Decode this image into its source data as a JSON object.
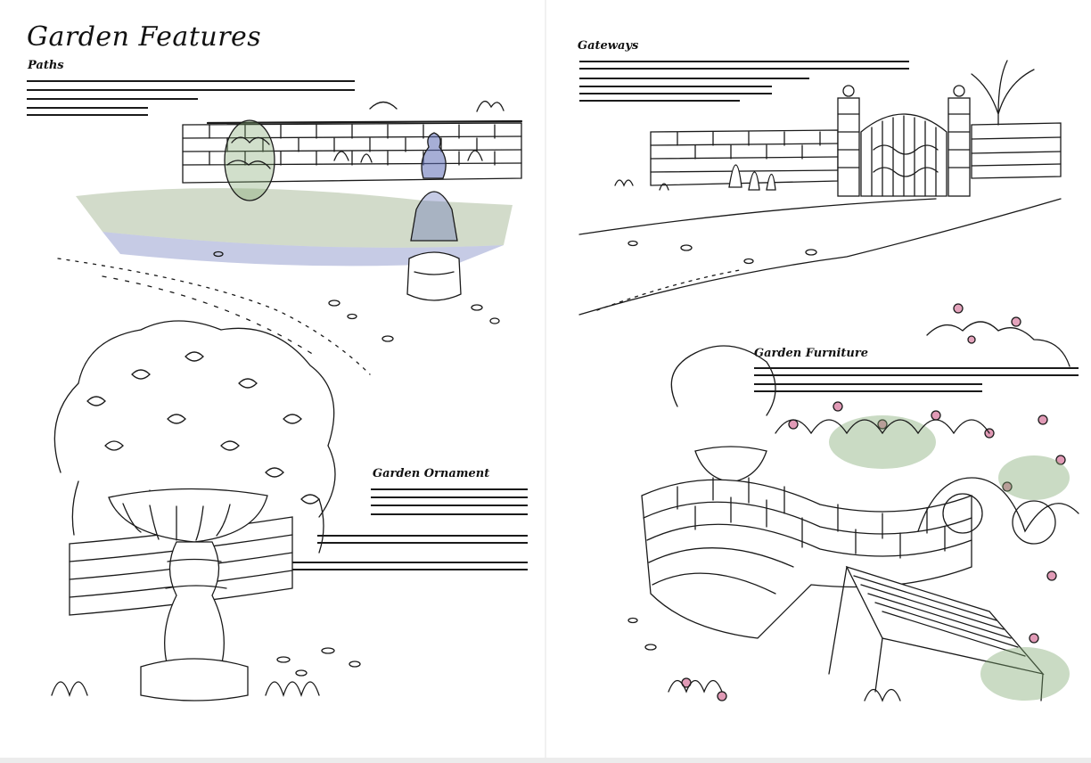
{
  "title": "Garden Features",
  "sections": {
    "paths": "Paths",
    "gateways": "Gateways",
    "garden_ornament": "Garden Ornament",
    "garden_furniture": "Garden Furniture"
  },
  "colors": {
    "ink": "#1a1a1a",
    "lawn_green": "#9bb08a",
    "shade_blue": "#5d6bb5",
    "rose_pink": "#c9477a",
    "leaf_green": "#7aa46b"
  },
  "illustrations": [
    "walled-garden-path-with-statue",
    "wrought-iron-gateway",
    "stone-urn-planter-with-fuchsia",
    "rose-garden-bench"
  ]
}
